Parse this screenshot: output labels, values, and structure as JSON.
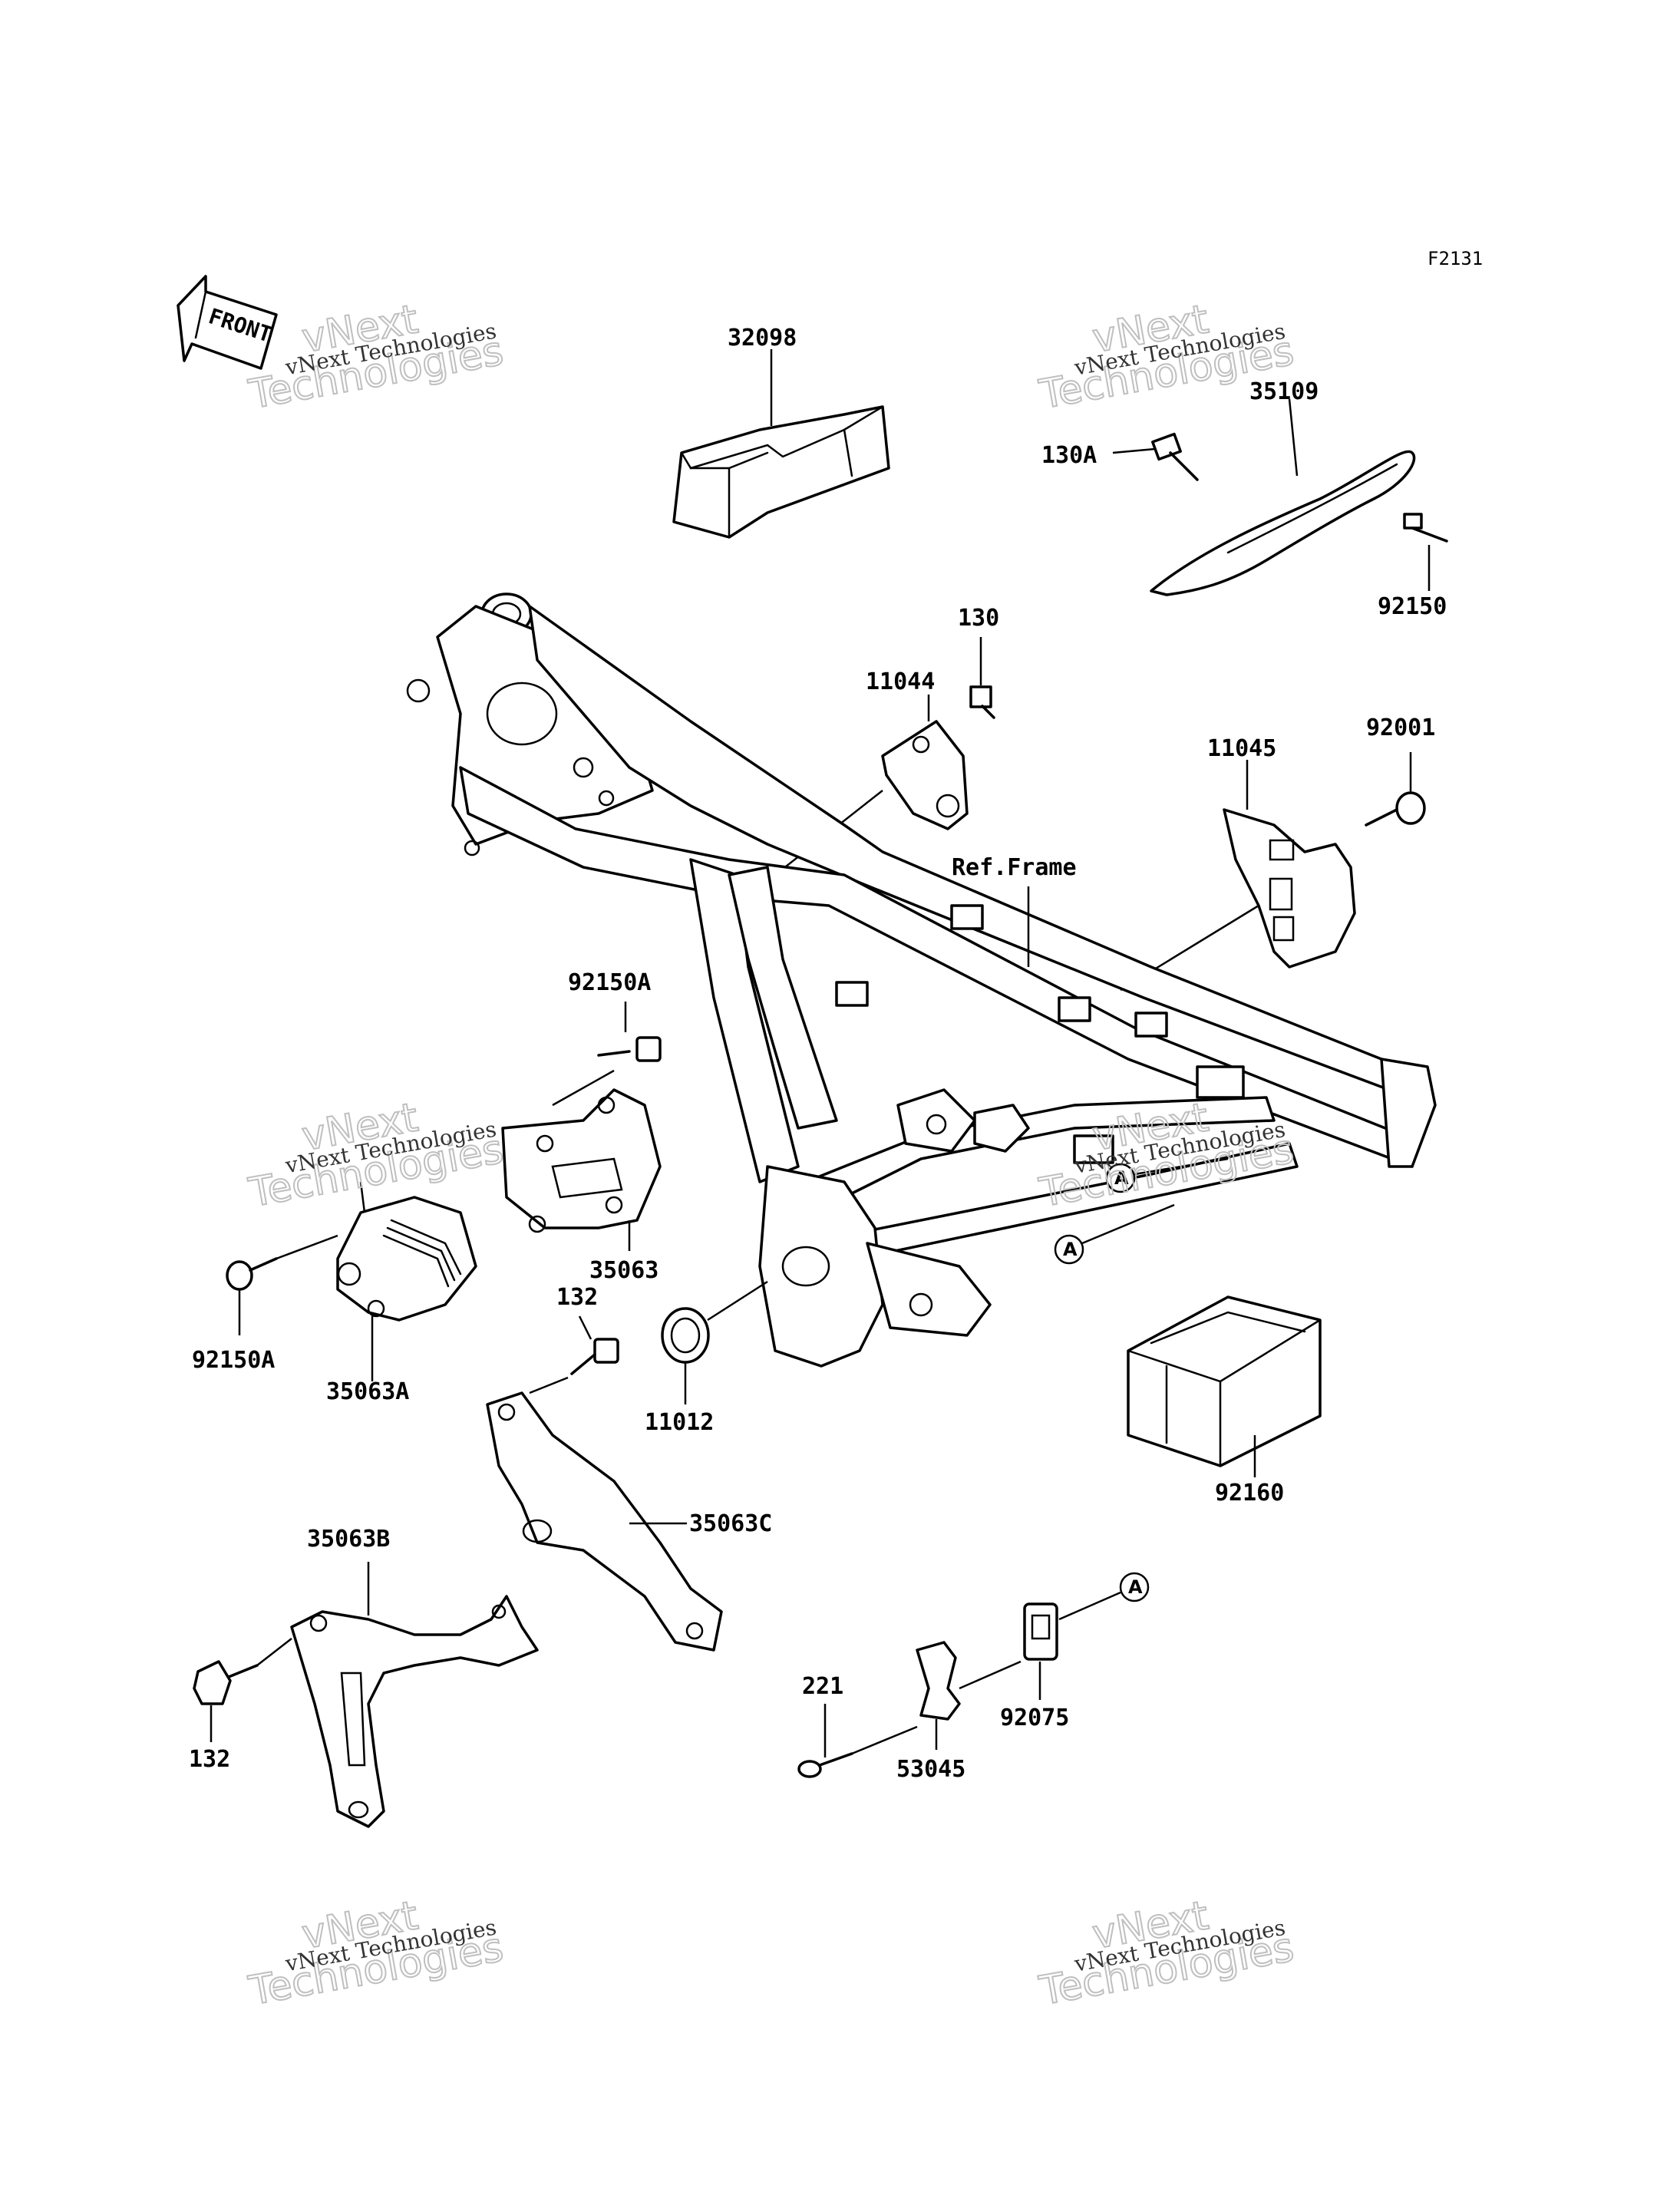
{
  "figure_id": "F2131",
  "front_label": "FRONT",
  "ref_frame_label": "Ref.Frame",
  "reference_marker": "A",
  "parts": {
    "p32098": "32098",
    "p35109": "35109",
    "p130A": "130A",
    "p92150": "92150",
    "p130": "130",
    "p11044": "11044",
    "p11045": "11045",
    "p92001": "92001",
    "p92150A_top": "92150A",
    "p92150A_left": "92150A",
    "p35063": "35063",
    "p35063A": "35063A",
    "p132_mid": "132",
    "p11012": "11012",
    "p35063C": "35063C",
    "p35063B": "35063B",
    "p132_low": "132",
    "p92160": "92160",
    "p221": "221",
    "p53045": "53045",
    "p92075": "92075"
  },
  "watermark": {
    "line1": "vNext",
    "line2": "Technologies",
    "small": "vNext Technologies"
  }
}
